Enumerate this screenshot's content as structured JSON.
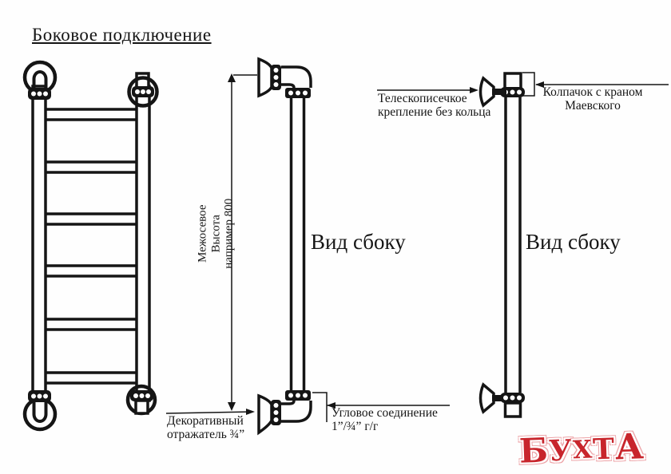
{
  "title": "Боковое подключение",
  "dimension": {
    "lines": [
      "Межосевое",
      "Высота",
      "например 800"
    ]
  },
  "middle_view": {
    "caption": "Вид сбоку",
    "reflector_label": {
      "line1": "Декоративный",
      "line2": "отражатель ¾”"
    },
    "corner_label": {
      "line1": "Угловое соединение",
      "line2": "1”/¾” г/г"
    }
  },
  "right_view": {
    "caption": "Вид сбоку",
    "bracket_label": {
      "line1": "Телескописечкое",
      "line2": "крепление без кольца"
    },
    "cap_label": {
      "line1": "Колпачок с краном",
      "line2": "Маевского"
    }
  },
  "logo": {
    "text": "БУХТА",
    "letters": [
      "Б",
      "У",
      "Х",
      "Т",
      "А"
    ],
    "color": "#c8252c"
  },
  "colors": {
    "line": "#151515",
    "background": "#ffffff",
    "logo_red": "#c8252c"
  }
}
